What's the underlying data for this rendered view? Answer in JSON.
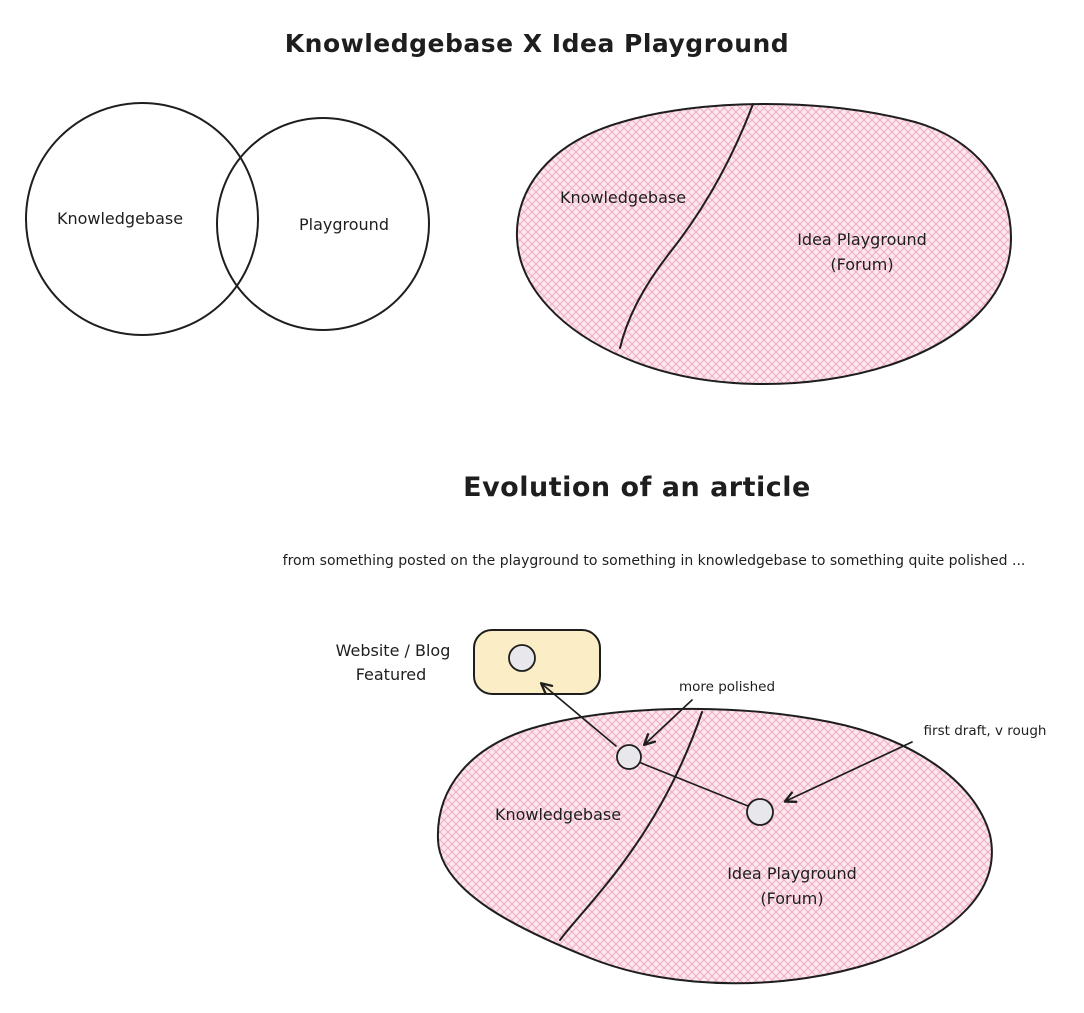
{
  "page": {
    "title": "Knowledgebase X Idea Playground"
  },
  "venn": {
    "left_label": "Knowledgebase",
    "right_label": "Playground"
  },
  "blob_top": {
    "left_label": "Knowledgebase",
    "right_label_line1": "Idea Playground",
    "right_label_line2": "(Forum)"
  },
  "evolution": {
    "heading": "Evolution of an article",
    "subtitle": "from something posted on the playground to something in knowledgebase to something quite polished ...",
    "website_label_line1": "Website / Blog",
    "website_label_line2": "Featured",
    "annotation_more_polished": "more polished",
    "annotation_first_draft": "first draft, v rough",
    "blob": {
      "left_label": "Knowledgebase",
      "right_label_line1": "Idea Playground",
      "right_label_line2": "(Forum)"
    }
  },
  "colors": {
    "stroke": "#1e1e1e",
    "pink_fill": "#fbe7ee",
    "pink_hatch": "#f1adc2",
    "yellow_fill": "#fbeec6",
    "circle_fill": "#e8e8ec"
  }
}
